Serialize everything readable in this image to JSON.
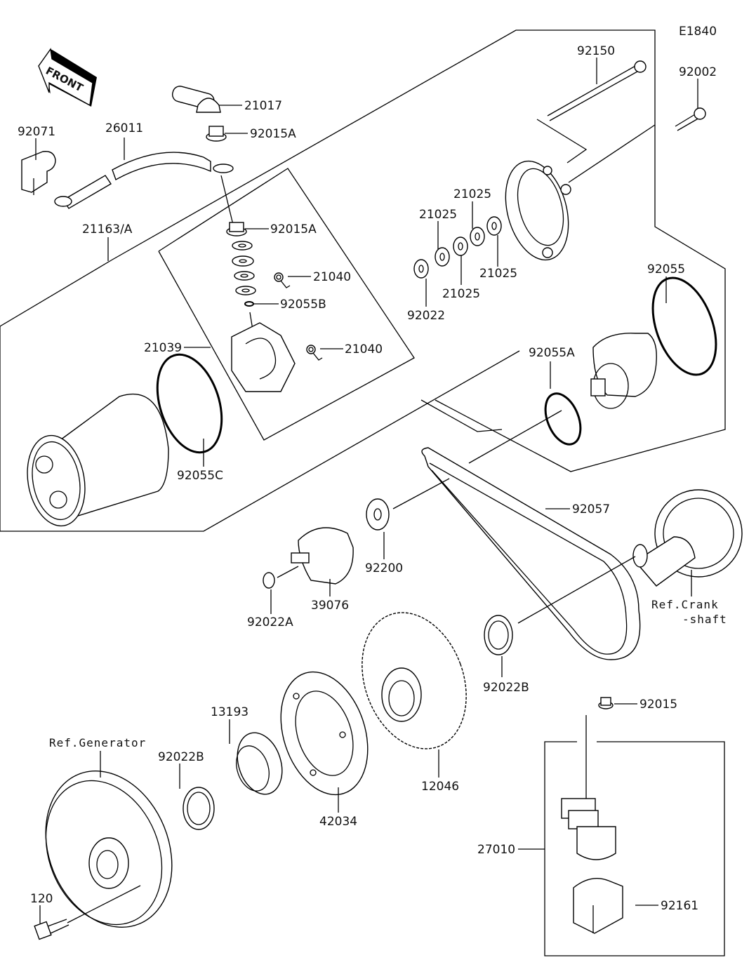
{
  "diagram_code": "E1840",
  "front_label": "FRONT",
  "parts": {
    "p21017": "21017",
    "p92015A_top": "92015A",
    "p92071": "92071",
    "p26011": "26011",
    "p21163A": "21163/A",
    "p92015A_mid": "92015A",
    "p21040_a": "21040",
    "p92055B": "92055B",
    "p21039": "21039",
    "p21040_b": "21040",
    "p92055C": "92055C",
    "p92150": "92150",
    "p92002": "92002",
    "p21025_a": "21025",
    "p21025_b": "21025",
    "p21025_c": "21025",
    "p21025_d": "21025",
    "p92022": "92022",
    "p92055": "92055",
    "p92055A": "92055A",
    "p92057": "92057",
    "p92200": "92200",
    "p39076": "39076",
    "p92022A": "92022A",
    "p92022B_right": "92022B",
    "p12046": "12046",
    "p42034": "42034",
    "p13193": "13193",
    "p92022B_left": "92022B",
    "p120": "120",
    "p92015": "92015",
    "p27010": "27010",
    "p92161": "92161"
  },
  "references": {
    "crankshaft_line1": "Ref.Crank",
    "crankshaft_line2": "-shaft",
    "generator": "Ref.Generator"
  }
}
